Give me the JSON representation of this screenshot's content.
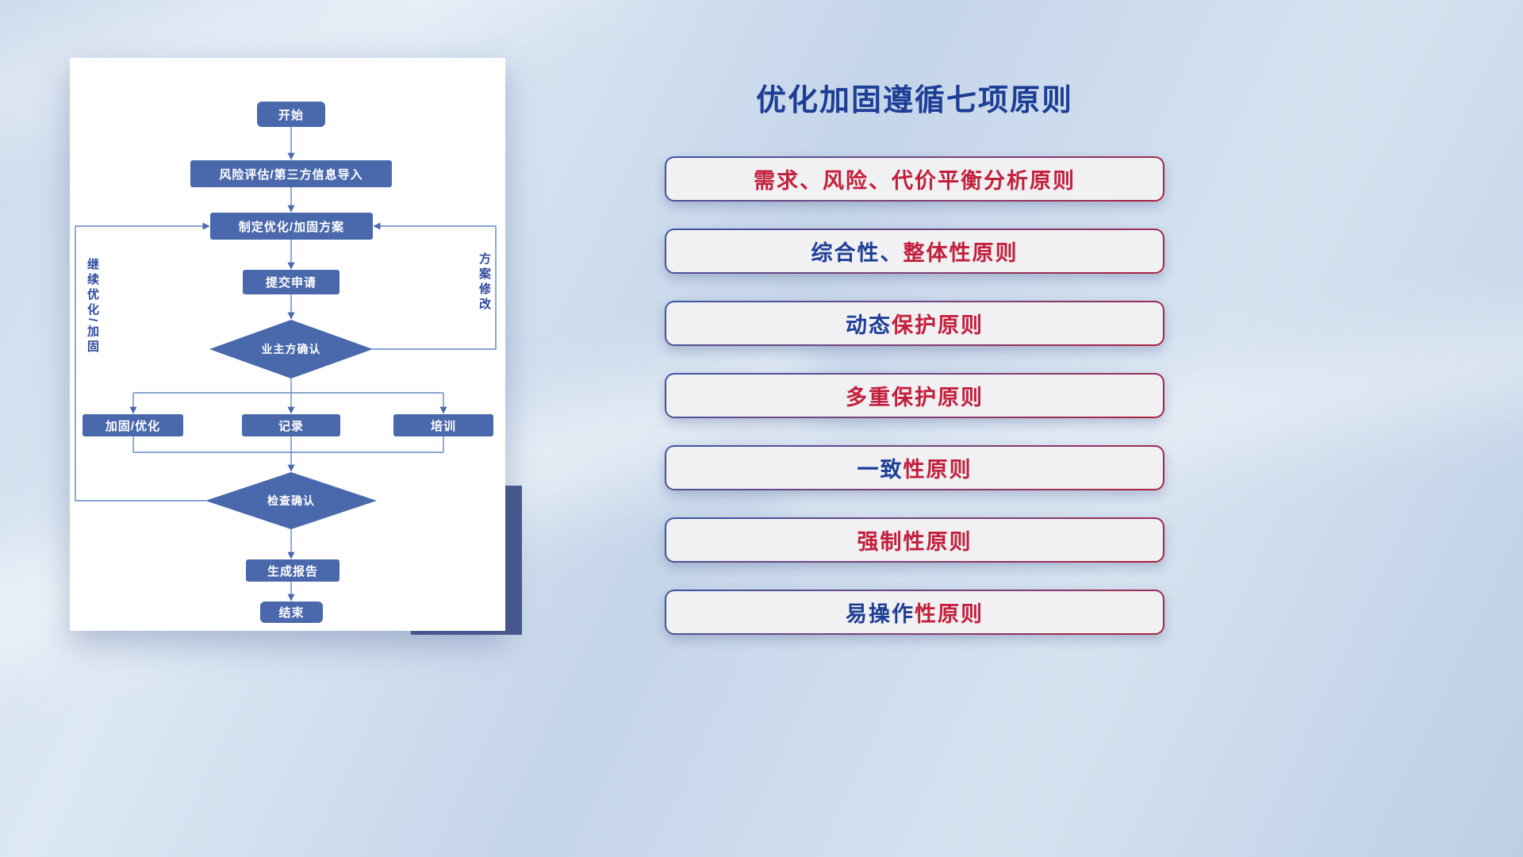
{
  "title": "优化加固遵循七项原则",
  "flowchart": {
    "nodes": {
      "start": "开始",
      "risk_import": "风险评估/第三方信息导入",
      "plan": "制定优化/加固方案",
      "submit": "提交申请",
      "owner_confirm": "业主方确认",
      "reinforce": "加固/优化",
      "record": "记录",
      "training": "培训",
      "check_confirm": "检查确认",
      "report": "生成报告",
      "end": "结束"
    },
    "edge_labels": {
      "continue_optimize": "继续优化/加固",
      "plan_modify": "方案修改"
    }
  },
  "principles": [
    {
      "blue": "",
      "red": "需求、风险、代价平衡分析原则"
    },
    {
      "blue": "综合性、",
      "red": "整体性原则"
    },
    {
      "blue": "动态",
      "red": "保护原则"
    },
    {
      "blue": "",
      "red": "多重保护原则"
    },
    {
      "blue": "一致",
      "red": "性原则"
    },
    {
      "blue": "",
      "red": "强制性原则"
    },
    {
      "blue": "易操作",
      "red": "性原则"
    }
  ],
  "colors": {
    "title_navy": "#1d3e96",
    "principle_red": "#c2203c",
    "principle_navy": "#1e3f96",
    "node_blue": "#4a69ad",
    "connector_blue": "#6287c6",
    "accent_block": "#47588e"
  }
}
